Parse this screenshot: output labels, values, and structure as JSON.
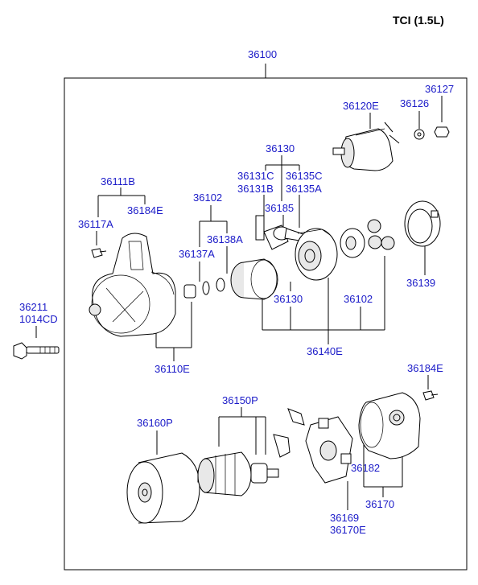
{
  "header": {
    "title": "TCI (1.5L)"
  },
  "labels": {
    "assy": "36100",
    "l36127": "36127",
    "l36120E": "36120E",
    "l36126": "36126",
    "l36130top": "36130",
    "l36131C": "36131C",
    "l36131B": "36131B",
    "l36135C": "36135C",
    "l36135A": "36135A",
    "l36111B": "36111B",
    "l36102top": "36102",
    "l36185": "36185",
    "l36117A": "36117A",
    "l36184Etop": "36184E",
    "l36138A": "36138A",
    "l36137A": "36137A",
    "l36139": "36139",
    "l36211": "36211",
    "l1014CD": "1014CD",
    "l36130mid": "36130",
    "l36102mid": "36102",
    "l36140E": "36140E",
    "l36110E": "36110E",
    "l36184Ebot": "36184E",
    "l36150P": "36150P",
    "l36160P": "36160P",
    "l36182": "36182",
    "l36170": "36170",
    "l36169": "36169",
    "l36170E": "36170E"
  }
}
